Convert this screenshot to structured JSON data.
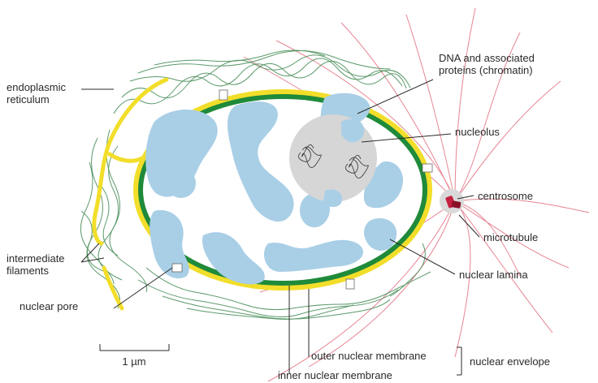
{
  "labels": {
    "er_line1": "endoplasmic",
    "er_line2": "reticulum",
    "if_line1": "intermediate",
    "if_line2": "filaments",
    "nuclear_pore": "nuclear pore",
    "scale_bar": "1 µm",
    "dna_line1": "DNA and associated",
    "dna_line2": "proteins (chromatin)",
    "nucleolus": "nucleolus",
    "centrosome": "centrosome",
    "microtubule": "microtubule",
    "nuclear_lamina": "nuclear lamina",
    "outer_membrane": "outer nuclear membrane",
    "inner_membrane": "inner nuclear membrane",
    "nuclear_envelope": "nuclear envelope"
  },
  "colors": {
    "outer_membrane": "#f2de2a",
    "lamina": "#1f8a3a",
    "chromatin": "#a9cfe6",
    "nucleolus": "#d6d6d6",
    "microtubule": "#e05060",
    "filament": "#3d8a4e",
    "centrosome": "#c42040",
    "leader": "#2a2a2a"
  }
}
